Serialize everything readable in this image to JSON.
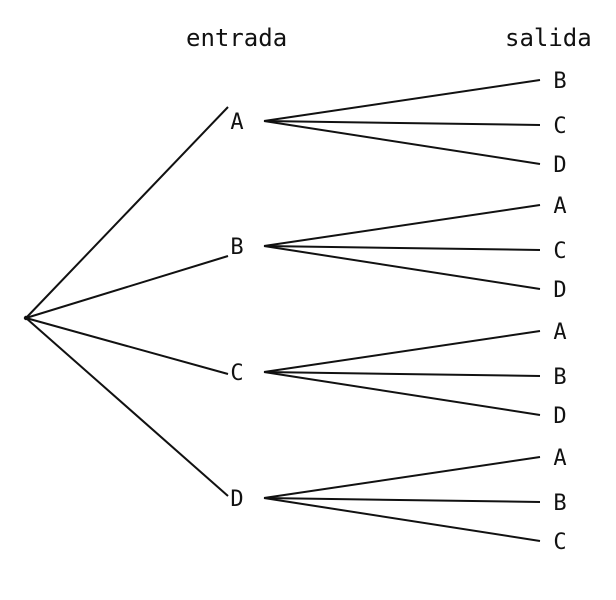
{
  "headers": {
    "entrada": "entrada",
    "salida": "salida"
  },
  "tree": {
    "root": "",
    "entradas": [
      {
        "label": "A",
        "salidas": [
          "B",
          "C",
          "D"
        ]
      },
      {
        "label": "B",
        "salidas": [
          "A",
          "C",
          "D"
        ]
      },
      {
        "label": "C",
        "salidas": [
          "A",
          "B",
          "D"
        ]
      },
      {
        "label": "D",
        "salidas": [
          "A",
          "B",
          "C"
        ]
      }
    ]
  }
}
